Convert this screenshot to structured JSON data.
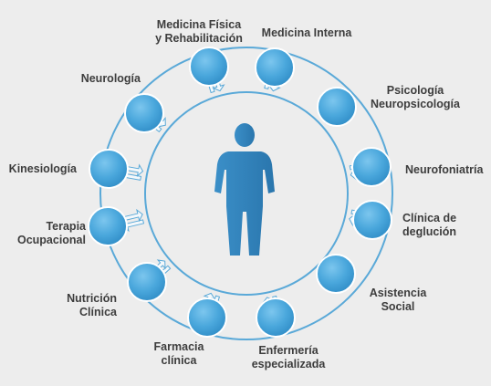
{
  "center": {
    "figure": "person-icon"
  },
  "colors": {
    "node_fill": "#4aa7dc",
    "node_edge": "#2d86bd",
    "ring": "#5aa9d8",
    "figure": "#2e7fb8",
    "label": "#3d3d3d",
    "background": "#ededed"
  },
  "nodes": [
    {
      "id": "medicina-fisica",
      "lines": [
        "Medicina Física",
        "y Rehabilitación"
      ]
    },
    {
      "id": "medicina-interna",
      "lines": [
        "Medicina Interna"
      ]
    },
    {
      "id": "psicologia",
      "lines": [
        "Psicología",
        "Neuropsicología"
      ]
    },
    {
      "id": "neurofoniatria",
      "lines": [
        "Neurofoniatría"
      ]
    },
    {
      "id": "clinica-deglucion",
      "lines": [
        "Clínica de",
        "deglución"
      ]
    },
    {
      "id": "asistencia-social",
      "lines": [
        "Asistencia",
        "Social"
      ]
    },
    {
      "id": "enfermeria",
      "lines": [
        "Enfermería",
        "especializada"
      ]
    },
    {
      "id": "farmacia",
      "lines": [
        "Farmacia",
        "clínica"
      ]
    },
    {
      "id": "nutricion",
      "lines": [
        "Nutrición",
        "Clínica"
      ]
    },
    {
      "id": "terapia-ocupacional",
      "lines": [
        "Terapia",
        "Ocupacional"
      ]
    },
    {
      "id": "kinesiologia",
      "lines": [
        "Kinesiología"
      ]
    },
    {
      "id": "neurologia",
      "lines": [
        "Neurología"
      ]
    }
  ]
}
